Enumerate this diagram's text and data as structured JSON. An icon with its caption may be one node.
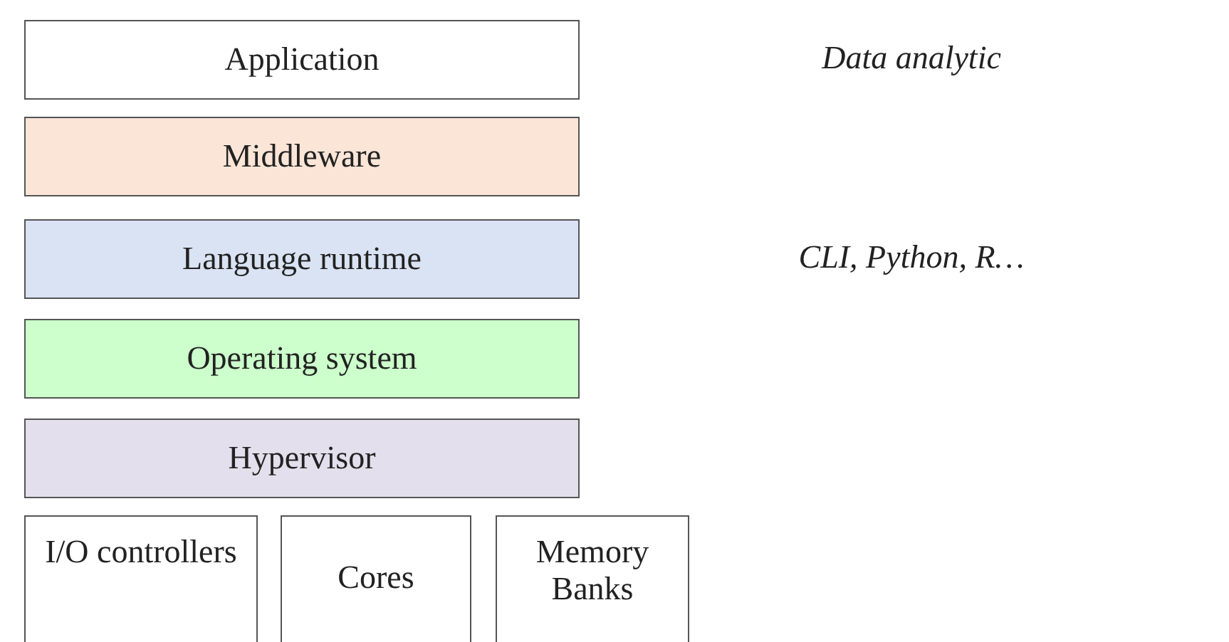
{
  "diagram": {
    "nodes": [
      {
        "text": [
          "Application"
        ]
      },
      {
        "text": [
          "Middleware"
        ]
      },
      {
        "text": [
          "Language runtime"
        ]
      },
      {
        "text": [
          "Operating system"
        ]
      },
      {
        "text": [
          "Hypervisor"
        ]
      },
      {
        "text": [
          "I/O controllers"
        ]
      },
      {
        "text": [
          "Cores"
        ]
      },
      {
        "text": [
          "Memory Banks"
        ]
      }
    ],
    "labels": [
      "Data analytic",
      "CLI, Python, R…"
    ]
  }
}
